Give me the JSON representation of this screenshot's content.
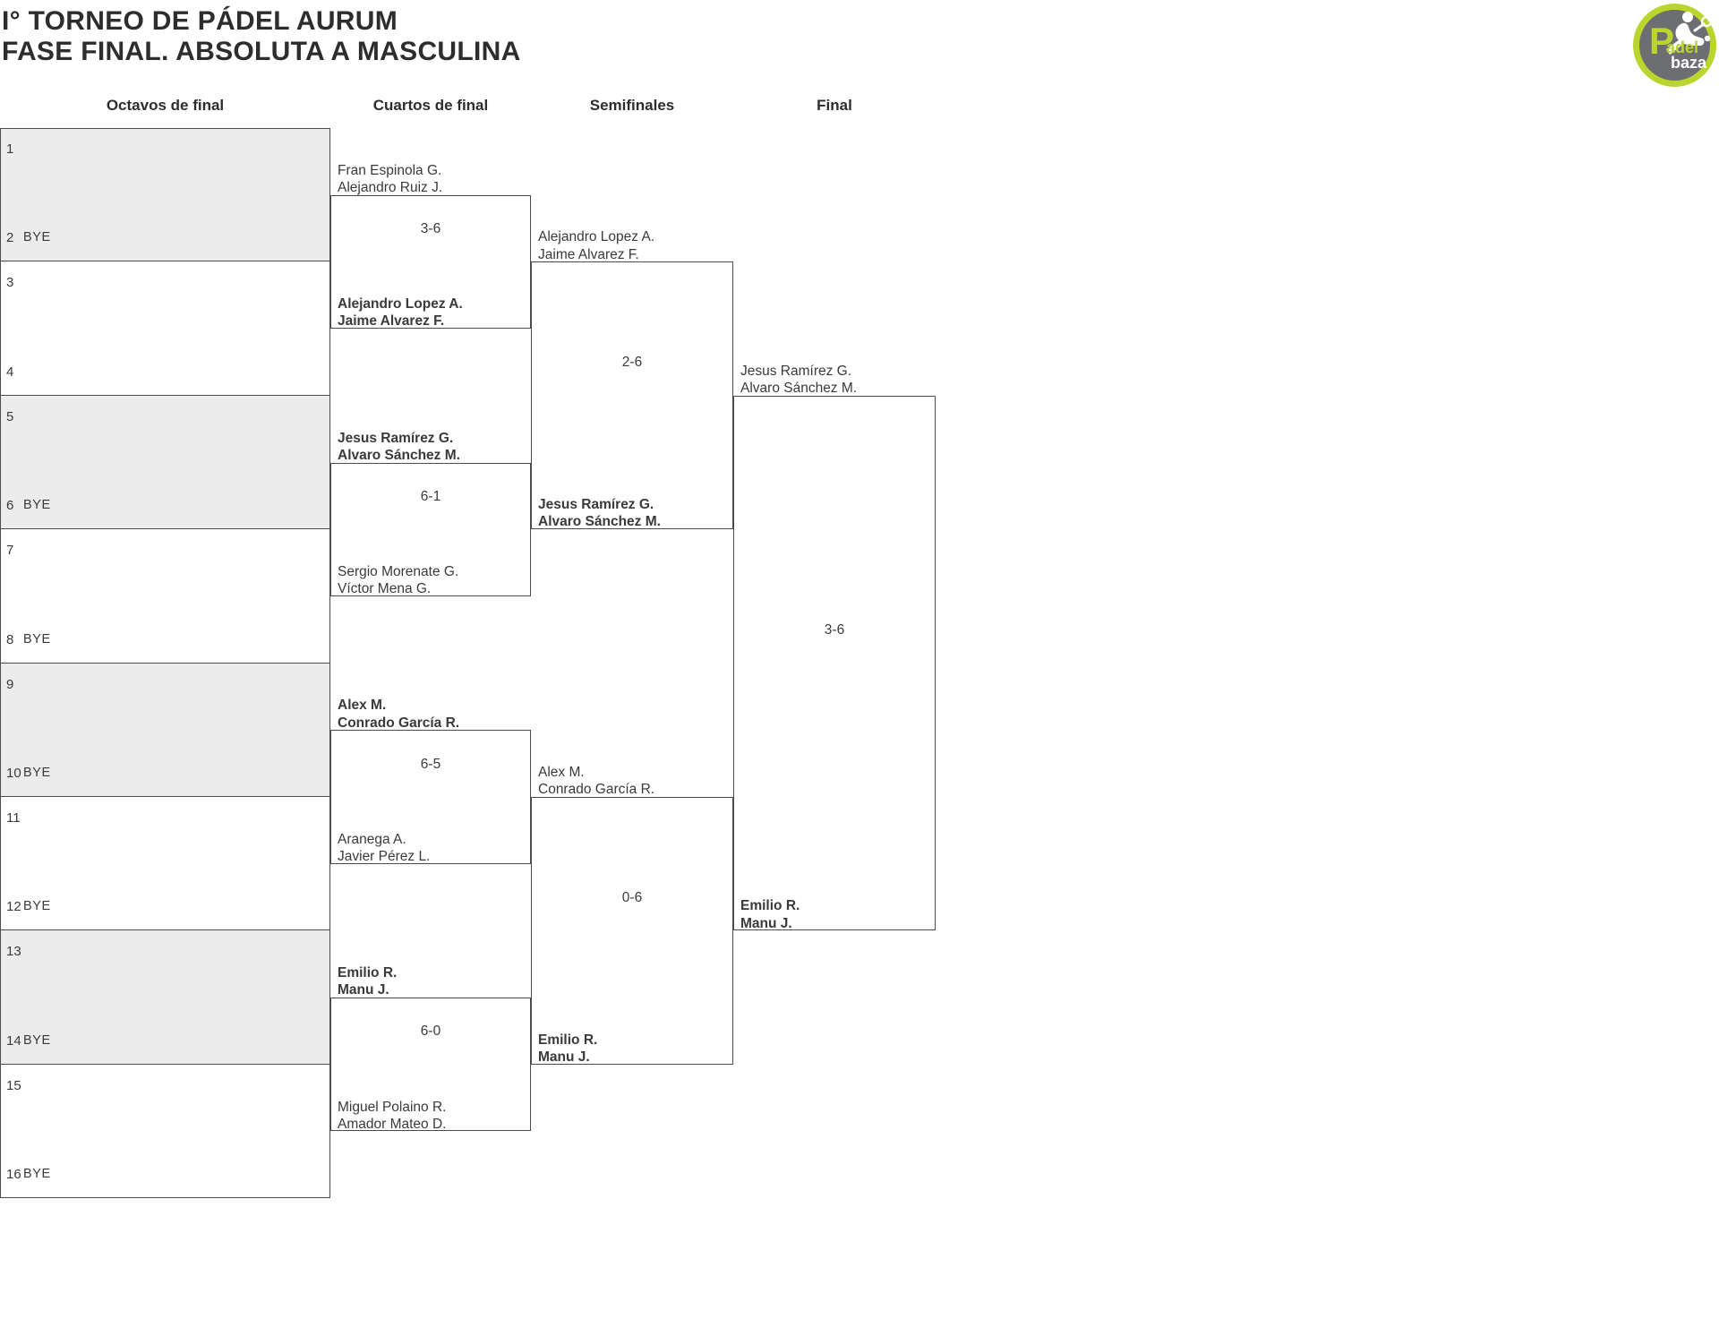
{
  "title": {
    "line1": "I° TORNEO DE PÁDEL AURUM",
    "line2": "FASE FINAL. ABSOLUTA A MASCULINA"
  },
  "rounds": [
    {
      "label": "Octavos de final"
    },
    {
      "label": "Cuartos de final"
    },
    {
      "label": "Semifinales"
    },
    {
      "label": "Final"
    }
  ],
  "bye_label": "BYE",
  "octavos_slots": [
    {
      "seed": "1",
      "bye": false
    },
    {
      "seed": "2",
      "bye": true
    },
    {
      "seed": "3",
      "bye": false
    },
    {
      "seed": "4",
      "bye": false
    },
    {
      "seed": "5",
      "bye": false
    },
    {
      "seed": "6",
      "bye": true
    },
    {
      "seed": "7",
      "bye": false
    },
    {
      "seed": "8",
      "bye": true
    },
    {
      "seed": "9",
      "bye": false
    },
    {
      "seed": "10",
      "bye": true
    },
    {
      "seed": "11",
      "bye": false
    },
    {
      "seed": "12",
      "bye": true
    },
    {
      "seed": "13",
      "bye": false
    },
    {
      "seed": "14",
      "bye": true
    },
    {
      "seed": "15",
      "bye": false
    },
    {
      "seed": "16",
      "bye": true
    }
  ],
  "matches": {
    "cuartos": [
      {
        "top": {
          "names": [
            "Fran Espinola G.",
            "Alejandro Ruiz J."
          ],
          "winner": false
        },
        "bottom": {
          "names": [
            "Alejandro Lopez A.",
            "Jaime Alvarez F."
          ],
          "winner": true
        },
        "score": "3-6"
      },
      {
        "top": {
          "names": [
            "Jesus Ramírez G.",
            "Alvaro Sánchez M."
          ],
          "winner": true
        },
        "bottom": {
          "names": [
            "Sergio Morenate G.",
            "Víctor Mena G."
          ],
          "winner": false
        },
        "score": "6-1"
      },
      {
        "top": {
          "names": [
            "Alex M.",
            "Conrado García R."
          ],
          "winner": true
        },
        "bottom": {
          "names": [
            "Aranega A.",
            "Javier Pérez L."
          ],
          "winner": false
        },
        "score": "6-5"
      },
      {
        "top": {
          "names": [
            "Emilio R.",
            "Manu J."
          ],
          "winner": true
        },
        "bottom": {
          "names": [
            "Miguel Polaino R.",
            "Amador Mateo D."
          ],
          "winner": false
        },
        "score": "6-0"
      }
    ],
    "semifinales": [
      {
        "top": {
          "names": [
            "Alejandro Lopez A.",
            "Jaime Alvarez F."
          ],
          "winner": false
        },
        "bottom": {
          "names": [
            "Jesus Ramírez G.",
            "Alvaro Sánchez M."
          ],
          "winner": true
        },
        "score": "2-6"
      },
      {
        "top": {
          "names": [
            "Alex M.",
            "Conrado García R."
          ],
          "winner": false
        },
        "bottom": {
          "names": [
            "Emilio R.",
            "Manu J."
          ],
          "winner": true
        },
        "score": "0-6"
      }
    ],
    "final": [
      {
        "top": {
          "names": [
            "Jesus Ramírez G.",
            "Alvaro Sánchez M."
          ],
          "winner": false
        },
        "bottom": {
          "names": [
            "Emilio R.",
            "Manu J."
          ],
          "winner": true
        },
        "score": "3-6"
      }
    ]
  },
  "logo": {
    "p": "P",
    "adel": "adel",
    "baza": "baza"
  },
  "colors": {
    "bye_cell_fill": "#ececec",
    "line": "#4c4c4b",
    "text": "#3a3a39",
    "logo_lime": "#bcd42e",
    "logo_gray": "#6d6e71"
  }
}
